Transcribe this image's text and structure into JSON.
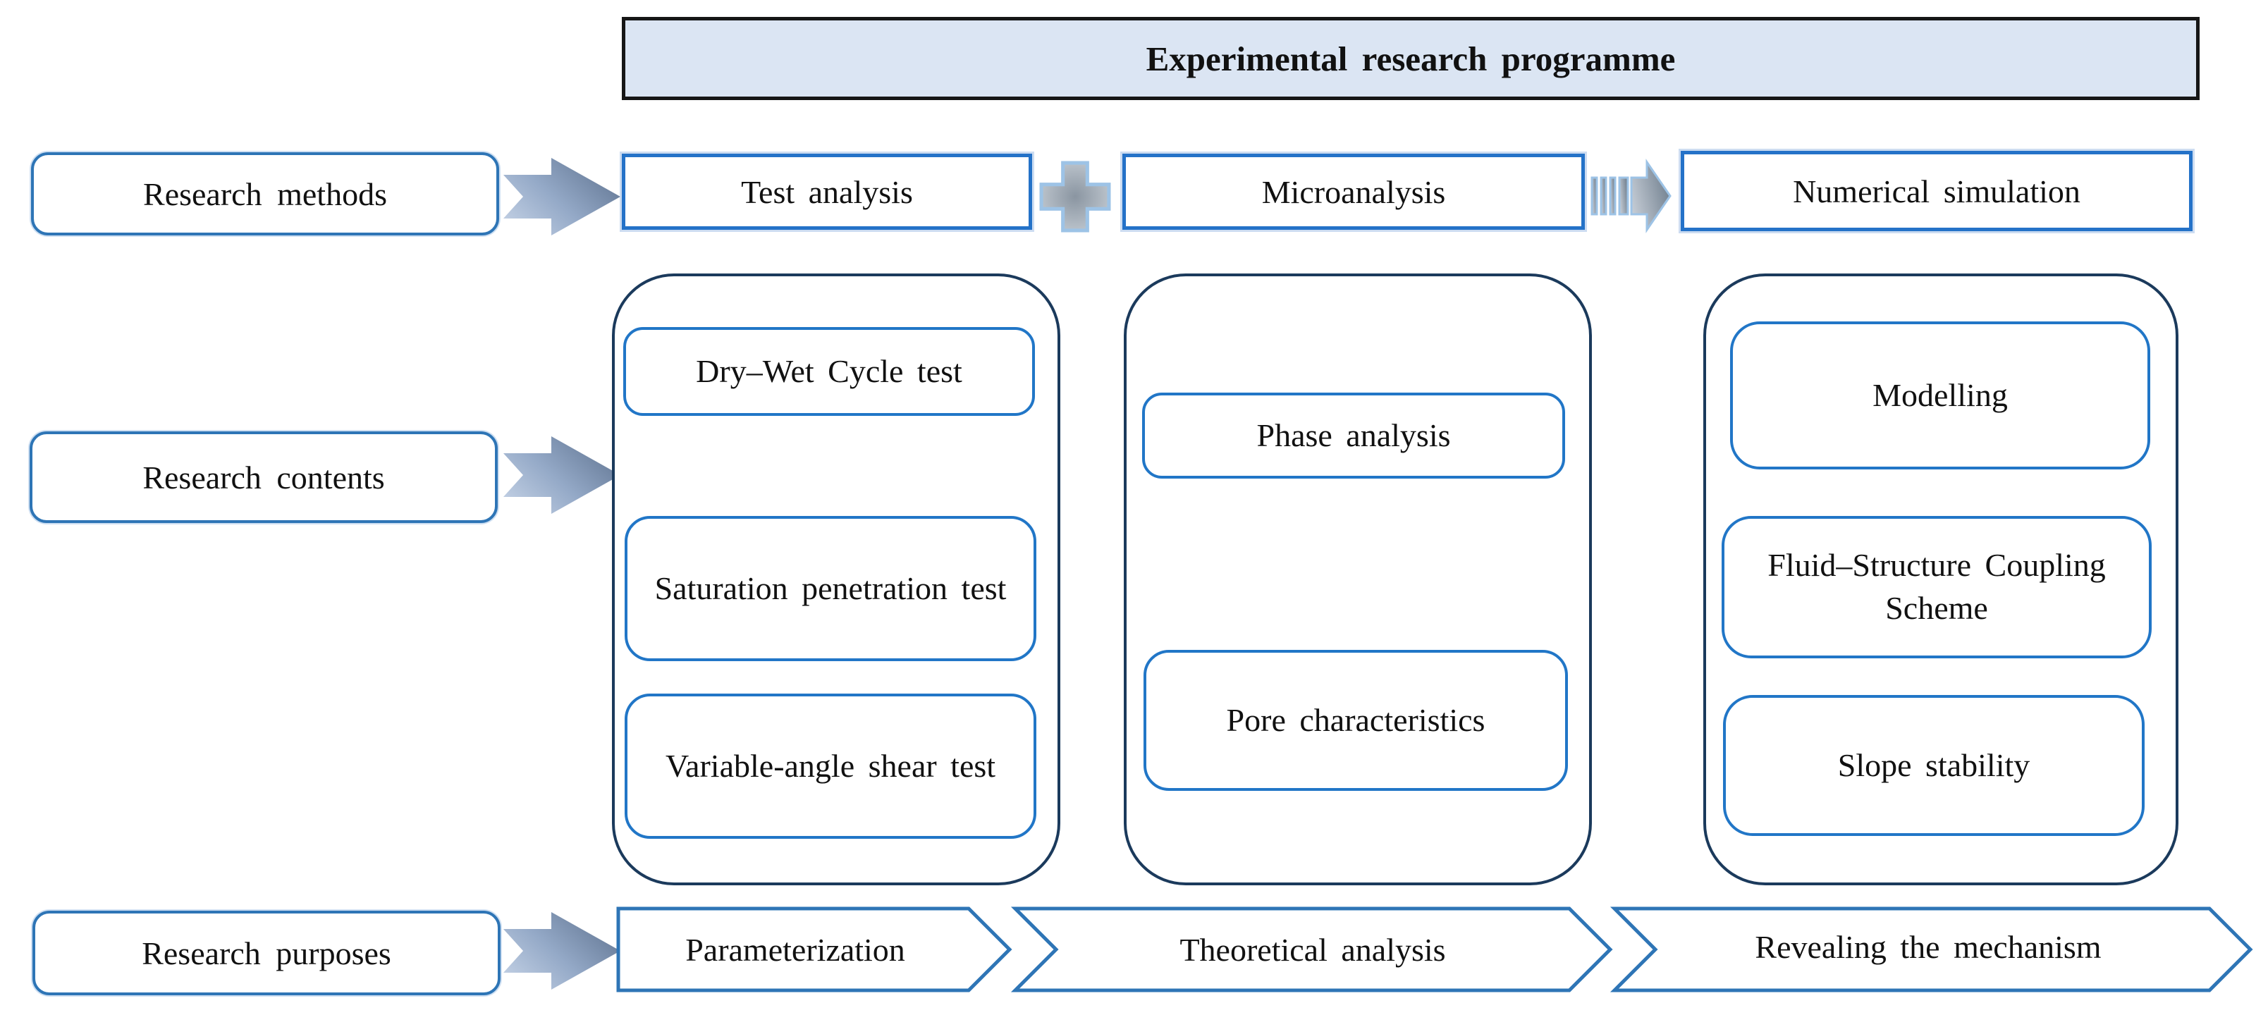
{
  "header": {
    "title": "Experimental research programme"
  },
  "methods_row": {
    "label": "Research methods",
    "items": [
      "Test analysis",
      "Microanalysis",
      "Numerical simulation"
    ],
    "connectors": [
      "block-arrow",
      "plus",
      "striped-arrow"
    ]
  },
  "contents_row": {
    "label": "Research contents",
    "groups": [
      {
        "name": "test-analysis-group",
        "items": [
          "Dry–Wet Cycle test",
          "Saturation penetration test",
          "Variable-angle shear test"
        ]
      },
      {
        "name": "microanalysis-group",
        "items": [
          "Phase analysis",
          "Pore characteristics"
        ]
      },
      {
        "name": "numerical-simulation-group",
        "items": [
          "Modelling",
          "Fluid–Structure Coupling Scheme",
          "Slope stability"
        ]
      }
    ]
  },
  "purposes_row": {
    "label": "Research purposes",
    "steps": [
      "Parameterization",
      "Theoretical analysis",
      "Revealing the mechanism"
    ]
  },
  "colors": {
    "background": "#ffffff",
    "title_fill": "#dbe5f3",
    "title_border": "#161616",
    "accent_blue": "#2e75b6",
    "item_border_blue": "#2176c7",
    "container_navy": "#1b3a5c",
    "icon_outline_light_blue": "#9dc3e6",
    "arrow_gradient_light": "#c2d0e4",
    "arrow_gradient_dark": "#5f7390",
    "plus_gradient_center": "#8a95a1",
    "plus_gradient_edge": "#ccd3da",
    "text": "#111111"
  }
}
